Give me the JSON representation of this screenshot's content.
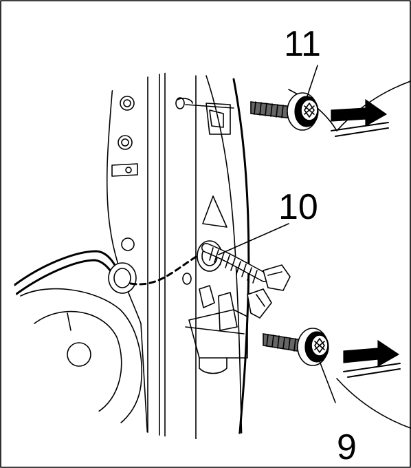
{
  "callouts": {
    "bolt_top": "11",
    "connector": "10",
    "bolt_bottom": "9"
  },
  "colors": {
    "line": "#000000",
    "background": "#ffffff",
    "bolt_thread": "#666666"
  }
}
